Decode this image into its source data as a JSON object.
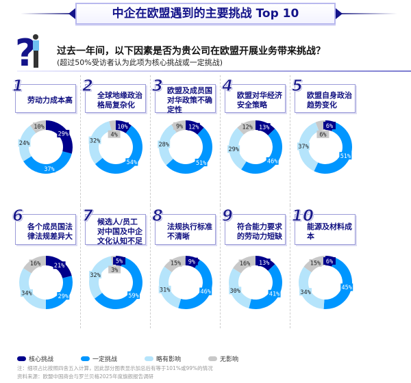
{
  "title": "中企在欧盟遇到的主要挑战 Top 10",
  "question": "过去一年间，以下因素是否为贵公司在欧盟开展业务带来挑战？",
  "subtitle": "(超过50%受访者认为此项为核心挑战或一定挑战)",
  "colors": {
    "核心挑战": "#00008b",
    "一定挑战": "#0096ff",
    "略有影响": "#b5e4fb",
    "无影响": "#c8c8c8"
  },
  "chart_data": {
    "type": "pie",
    "style": "donut",
    "series_names": [
      "核心挑战",
      "一定挑战",
      "略有影响",
      "无影响"
    ],
    "items": [
      {
        "rank": "1",
        "label": "劳动力成本高",
        "values": [
          29,
          37,
          24,
          10
        ]
      },
      {
        "rank": "2",
        "label": "全球地缘政治格局复杂化",
        "values": [
          10,
          54,
          32,
          4
        ]
      },
      {
        "rank": "3",
        "label": "欧盟及成员国对华政策不确定性",
        "values": [
          12,
          51,
          28,
          9
        ]
      },
      {
        "rank": "4",
        "label": "欧盟对华经济安全策略",
        "values": [
          13,
          46,
          29,
          12
        ]
      },
      {
        "rank": "5",
        "label": "欧盟自身政治趋势变化",
        "values": [
          6,
          51,
          37,
          6
        ]
      },
      {
        "rank": "6",
        "label": "各个成员国法律法规差异大",
        "values": [
          21,
          29,
          34,
          16
        ]
      },
      {
        "rank": "7",
        "label": "候选人/员工对中国及中企文化认知不足",
        "values": [
          5,
          59,
          32,
          3
        ]
      },
      {
        "rank": "8",
        "label": "法规执行标准不清晰",
        "values": [
          9,
          46,
          31,
          15
        ]
      },
      {
        "rank": "9",
        "label": "符合能力要求的劳动力短缺",
        "values": [
          13,
          41,
          30,
          16
        ]
      },
      {
        "rank": "10",
        "label": "能源及材料成本",
        "values": [
          6,
          45,
          34,
          15
        ]
      }
    ],
    "unit": "%"
  },
  "legend": [
    "核心挑战",
    "一定挑战",
    "略有影响",
    "无影响"
  ],
  "note": "注：细项占比按照四舍五入计算，因此部分图表显示加总后有等于101%或99%的情况",
  "source": "资料来源：欧盟中国商会与罗兰贝格2025年度旗舰报告调研"
}
